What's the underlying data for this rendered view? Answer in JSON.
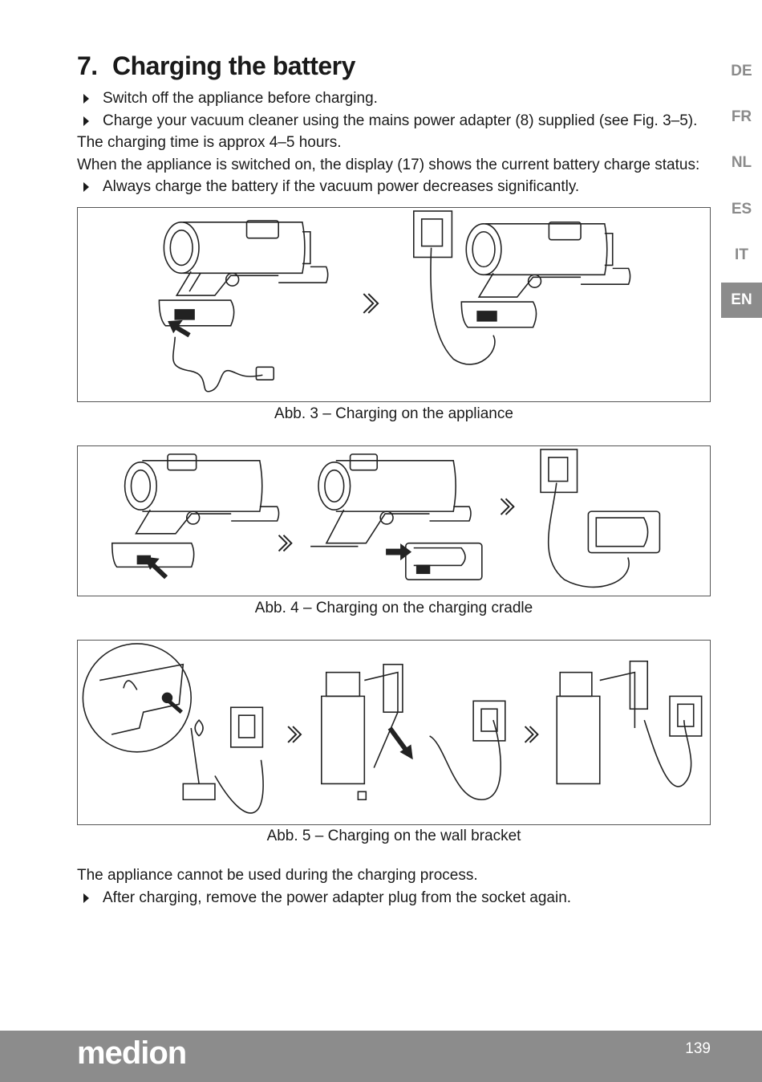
{
  "heading": {
    "number": "7.",
    "text": "Charging the battery"
  },
  "paragraphs": {
    "b1": "Switch off the appliance before charging.",
    "b2": "Charge your vacuum cleaner using the mains power adapter (8) supplied (see Fig. 3–5).",
    "p1": "The charging time is approx 4–5 hours.",
    "p2": "When the appliance is switched on, the display (17) shows the current battery charge status:",
    "b3": "Always charge the battery if the vacuum power decreases significantly.",
    "p3": "The appliance cannot be used during the charging process.",
    "b4": "After charging, remove the power adapter plug from the socket again."
  },
  "languages": [
    "DE",
    "FR",
    "NL",
    "ES",
    "IT",
    "EN"
  ],
  "active_language": "EN",
  "figures": {
    "fig3_caption": "Abb.  3  –  Charging on the appliance",
    "fig4_caption": "Abb.  4  –  Charging on the charging cradle",
    "fig5_caption": "Abb.  5  –  Charging on the wall bracket"
  },
  "footer": {
    "logo": "medion",
    "page": "139"
  }
}
